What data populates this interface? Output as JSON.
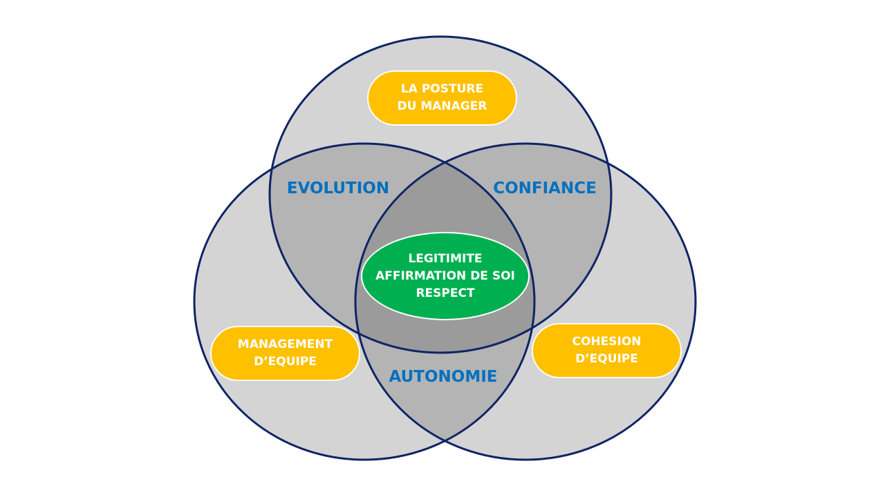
{
  "colors": {
    "background": "#FFFFFF",
    "circle_fill": "#D4D4D4",
    "pair_overlap_fill": "#B4B4B4",
    "triple_overlap_fill": "#9B9B9B",
    "circle_stroke": "#0E2466",
    "pill_fill": "#FFC000",
    "pill_text": "#FFFFFF",
    "core_fill": "#00B050",
    "overlap_label": "#0070C0"
  },
  "circles": [
    {
      "id": "top",
      "label_lines": [
        "LA POSTURE",
        "DU MANAGER"
      ]
    },
    {
      "id": "left",
      "label_lines": [
        "MANAGEMENT",
        "D’EQUIPE"
      ]
    },
    {
      "id": "right",
      "label_lines": [
        "COHESION",
        "D’EQUIPE"
      ]
    }
  ],
  "overlaps": {
    "top_left": "EVOLUTION",
    "top_right": "CONFIANCE",
    "left_right": "AUTONOMIE"
  },
  "core": {
    "lines": [
      "LEGITIMITE",
      "AFFIRMATION DE SOI",
      "RESPECT"
    ]
  }
}
